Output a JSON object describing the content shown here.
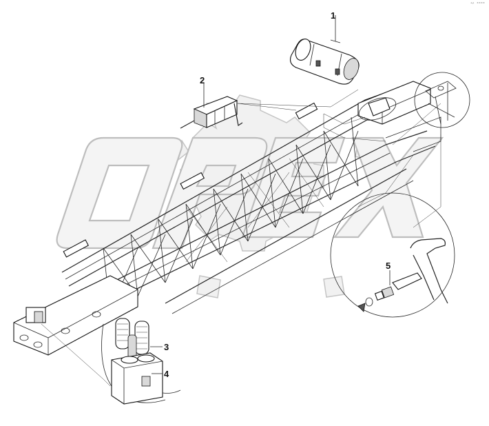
{
  "corner_mark": "ᵃᵖ ⁰⁰⁰⁰",
  "watermark": {
    "text": "OPEX"
  },
  "callouts": [
    {
      "id": "1",
      "label": "1"
    },
    {
      "id": "2",
      "label": "2"
    },
    {
      "id": "3",
      "label": "3"
    },
    {
      "id": "4",
      "label": "4"
    },
    {
      "id": "5",
      "label": "5"
    }
  ],
  "icons": {
    "watermark": "gear-logo-icon"
  }
}
